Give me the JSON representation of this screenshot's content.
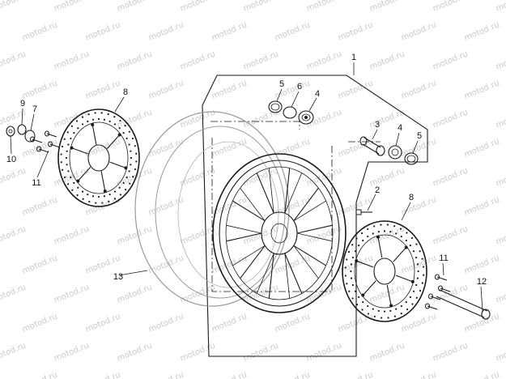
{
  "watermark": {
    "text": "motod.ru",
    "color": "#c9c9c9"
  },
  "callouts": {
    "frame_kit": "1",
    "axle_bolt": "2",
    "spacer": "3",
    "bearing_upper": "4",
    "bearing_right": "4",
    "circlip_upper": "5",
    "circlip_right": "5",
    "spacer_ring": "6",
    "seal_left": "7",
    "disc_left": "8",
    "disc_right": "8",
    "washer": "9",
    "nut": "10",
    "screws_left": "11",
    "screws_right": "11",
    "axle": "12",
    "tyre": "13"
  },
  "colors": {
    "ink": "#1a1a1a",
    "tyre_line": "#9a9a9a",
    "watermark": "#c9c9c9"
  }
}
